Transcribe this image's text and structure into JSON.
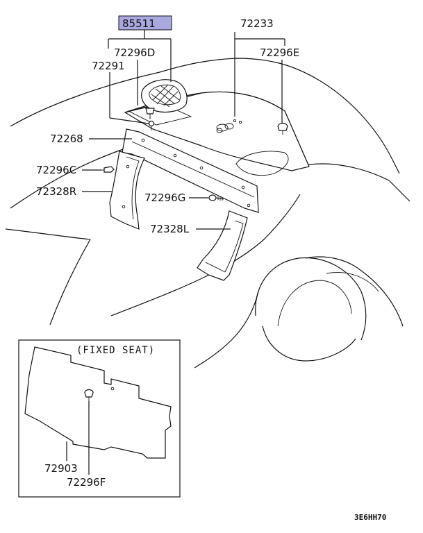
{
  "diagram": {
    "highlighted_part": "85511",
    "callouts": {
      "p85511": "85511",
      "p72296D": "72296D",
      "p72291": "72291",
      "p72233": "72233",
      "p72296E": "72296E",
      "p72268": "72268",
      "p72296C": "72296C",
      "p72328R": "72328R",
      "p72296G": "72296G",
      "p72328L": "72328L",
      "p72903": "72903",
      "p72296F": "72296F"
    },
    "inset_title": "(FIXED SEAT)",
    "diagram_code": "3E6HH70",
    "colors": {
      "highlight": "#a9a9e0",
      "line": "#111111",
      "background": "#ffffff"
    }
  }
}
